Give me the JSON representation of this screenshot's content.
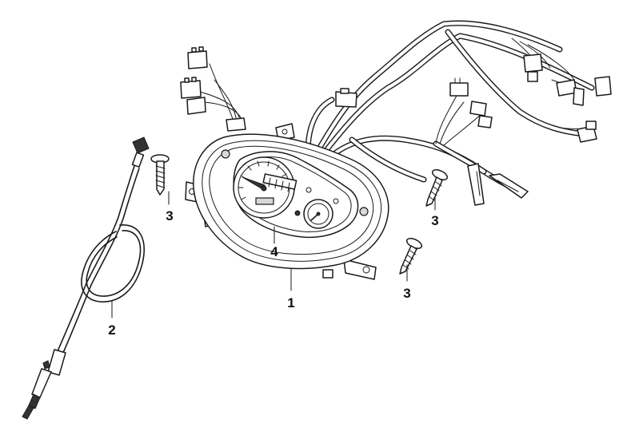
{
  "callouts": [
    {
      "id": "meter-assembly",
      "label": "1"
    },
    {
      "id": "speedometer-cable",
      "label": "2"
    },
    {
      "id": "screw-left",
      "label": "3"
    },
    {
      "id": "screw-right-upper",
      "label": "3"
    },
    {
      "id": "screw-right-lower",
      "label": "3"
    },
    {
      "id": "meter-face",
      "label": "4"
    }
  ]
}
